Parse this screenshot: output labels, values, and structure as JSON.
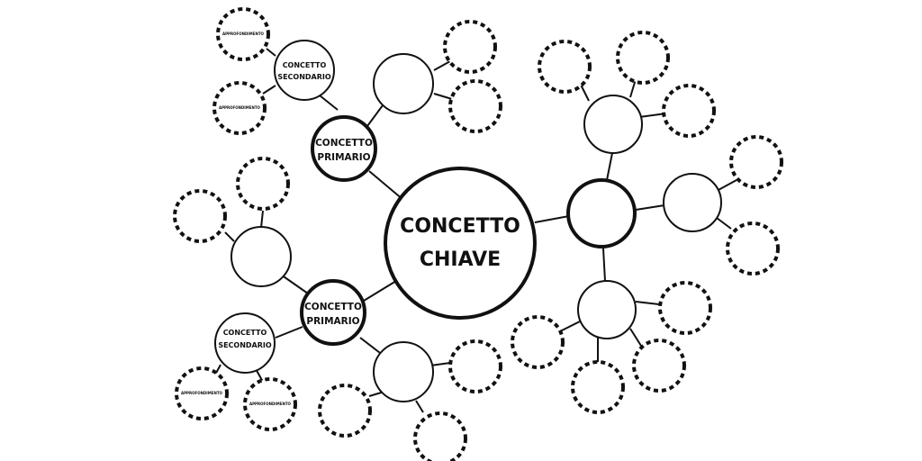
{
  "diagram": {
    "key_concept": {
      "line1": "CONCETTO",
      "line2": "CHIAVE"
    },
    "primary_concept_top": {
      "line1": "CONCETTO",
      "line2": "PRIMARIO"
    },
    "primary_concept_bottom": {
      "line1": "CONCETTO",
      "line2": "PRIMARIO"
    },
    "secondary_concept_top": {
      "line1": "CONCETTO",
      "line2": "SECONDARIO"
    },
    "secondary_concept_bottom": {
      "line1": "CONCETTO",
      "line2": "SECONDARIO"
    },
    "detail_label": "APPROFONDIMENTO"
  },
  "colors": {
    "ink": "#111111",
    "background": "#ffffff"
  }
}
